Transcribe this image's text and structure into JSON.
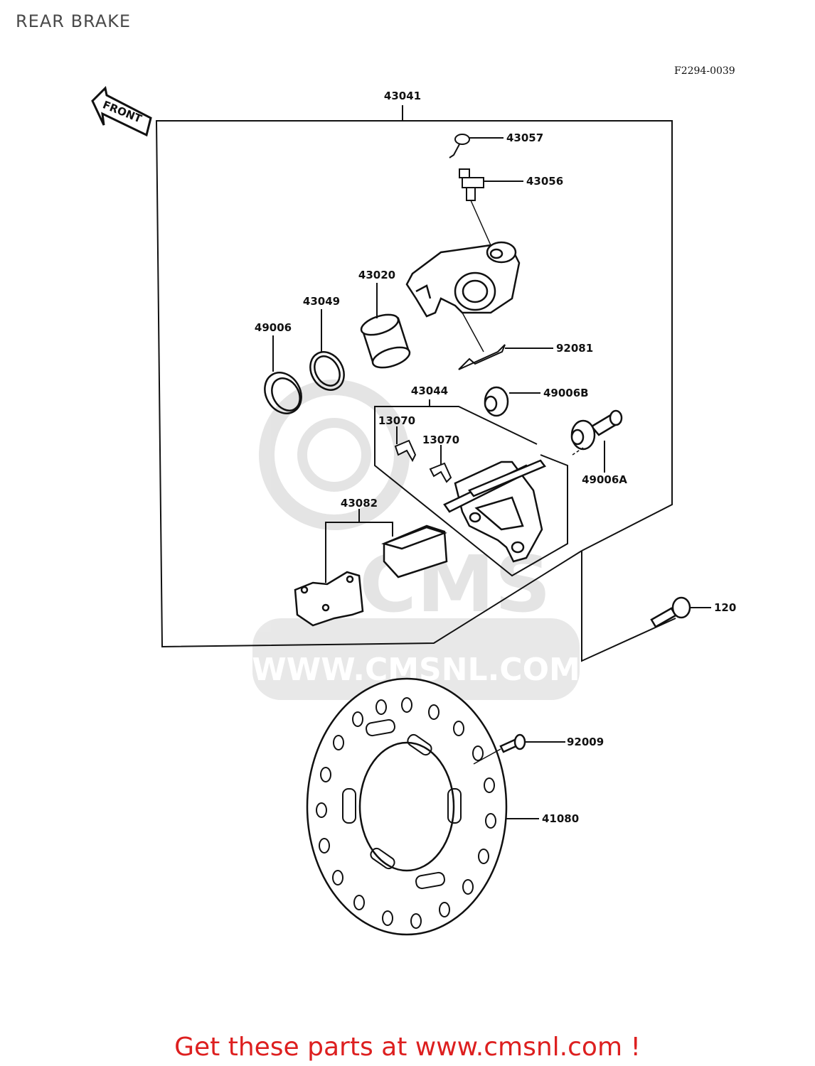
{
  "page": {
    "title": "REAR BRAKE"
  },
  "diagram": {
    "figure_ref": "F2294-0039",
    "front_label": "FRONT",
    "watermark": {
      "brand": "CMS",
      "url": "WWW.CMSNL.COM"
    },
    "parts": {
      "p43041": "43041",
      "p43057": "43057",
      "p43056": "43056",
      "p43020": "43020",
      "p43049": "43049",
      "p49006": "49006",
      "p92081": "92081",
      "p43044": "43044",
      "p49006b": "49006B",
      "p13070a": "13070",
      "p13070b": "13070",
      "p49006a": "49006A",
      "p43082": "43082",
      "p120": "120",
      "p92009": "92009",
      "p41080": "41080"
    }
  },
  "footer": {
    "cta": "Get these parts at www.cmsnl.com !"
  }
}
